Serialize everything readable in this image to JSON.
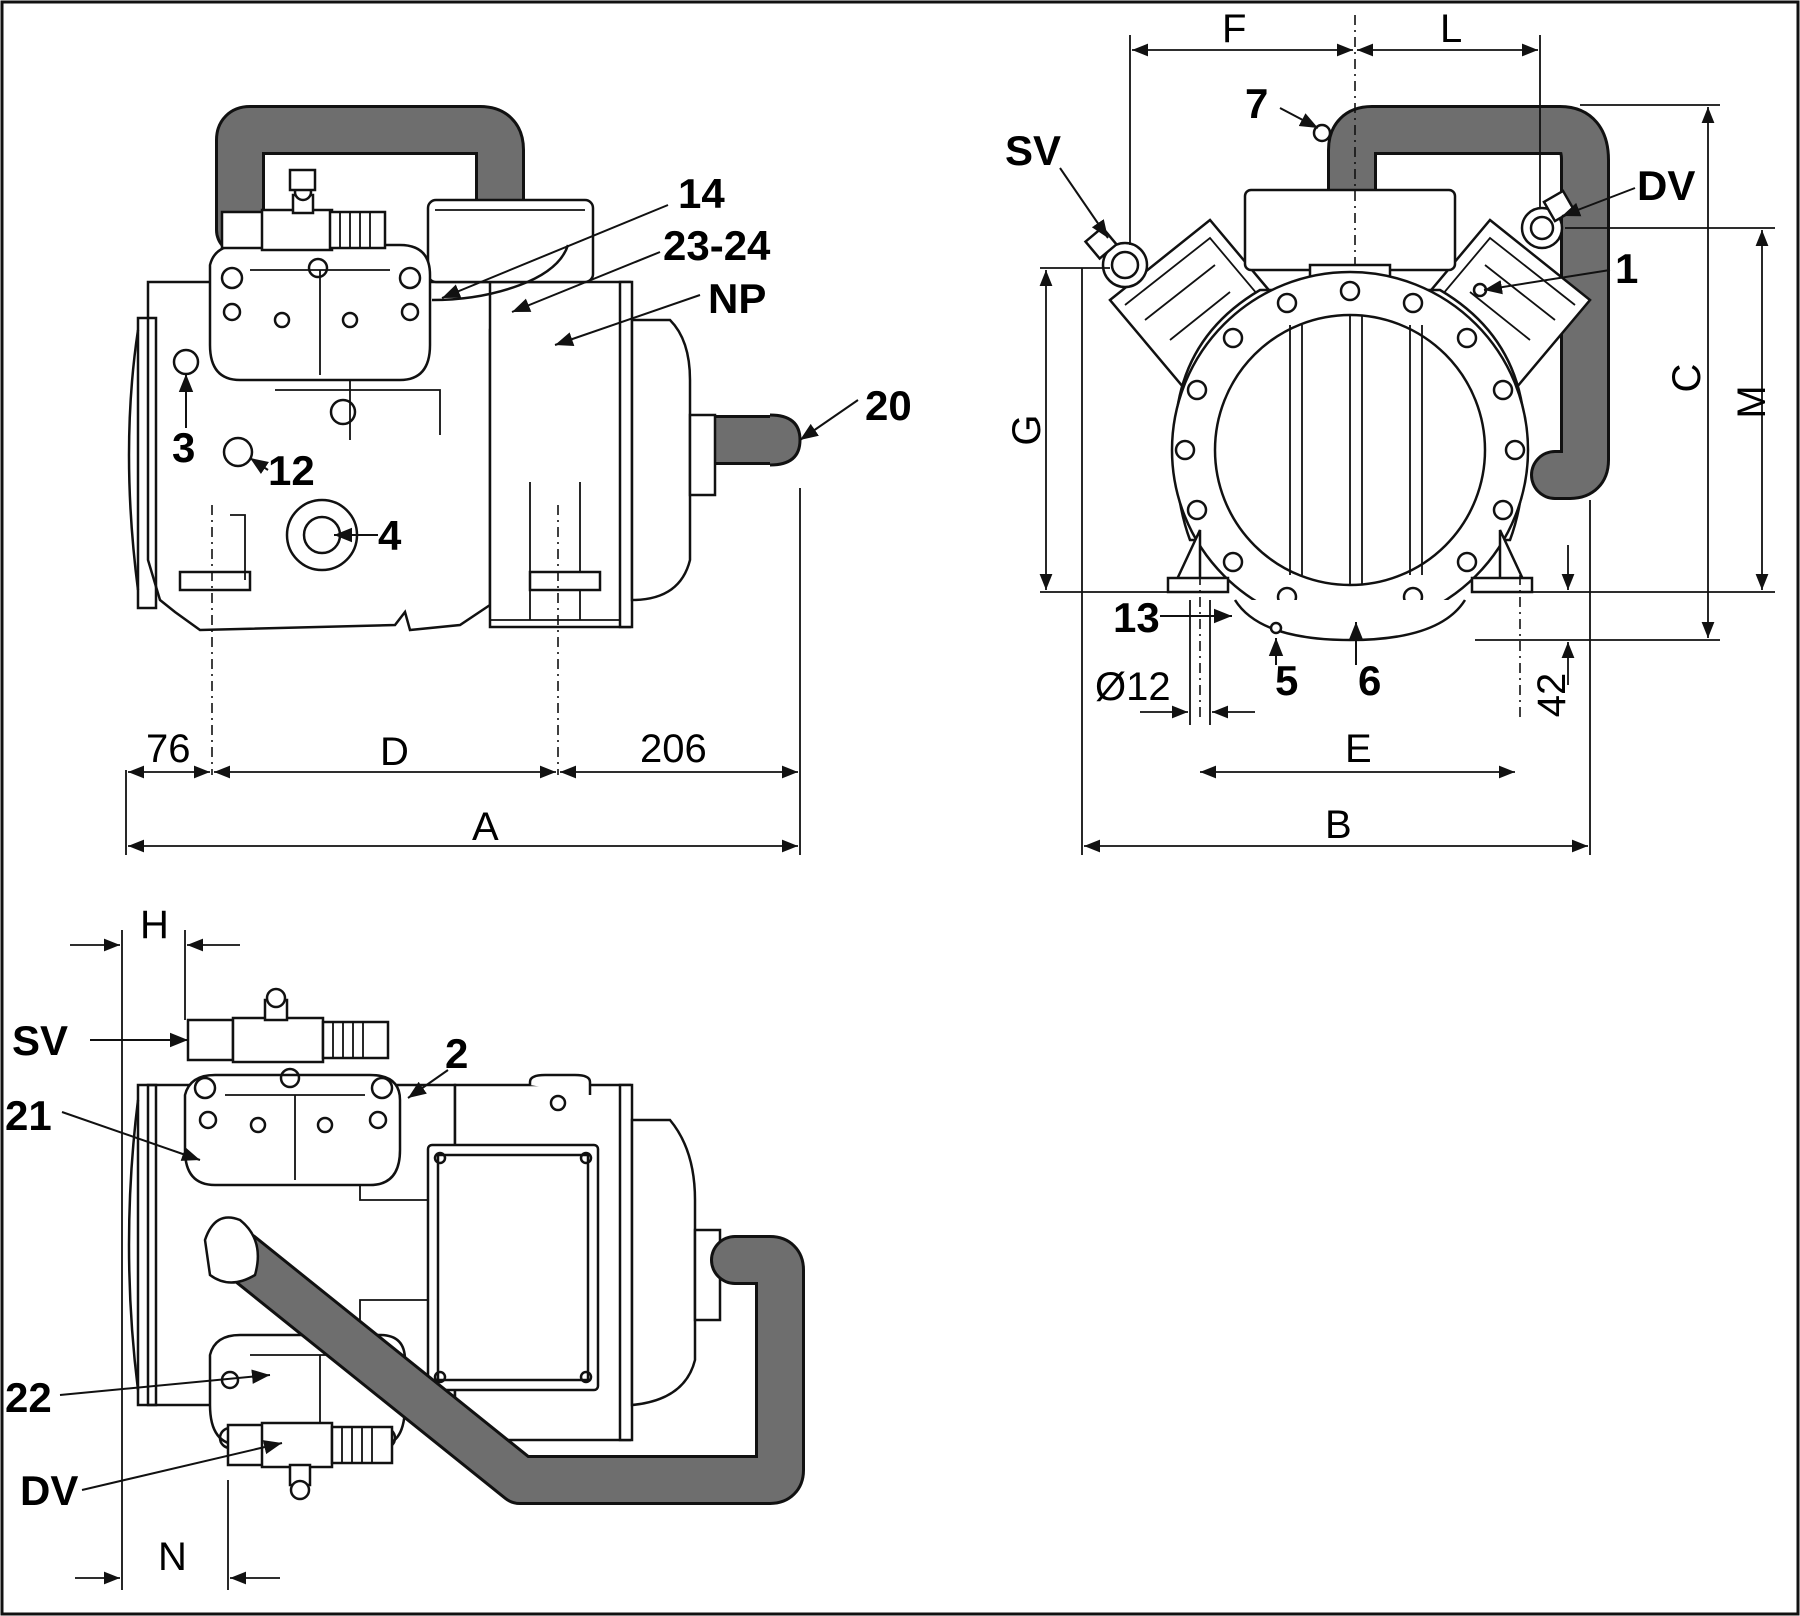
{
  "callouts": {
    "c14": "14",
    "c23_24": "23-24",
    "np": "NP",
    "c20": "20",
    "c3": "3",
    "c12": "12",
    "c4": "4",
    "c7": "7",
    "sv_top": "SV",
    "dv_top": "DV",
    "c1": "1",
    "c13": "13",
    "c5": "5",
    "c6": "6",
    "sv_bottom": "SV",
    "c2": "2",
    "c21": "21",
    "c22": "22",
    "dv_bottom": "DV"
  },
  "dimensions": {
    "d76": "76",
    "dD": "D",
    "d206": "206",
    "dA": "A",
    "dF": "F",
    "dL": "L",
    "dG": "G",
    "dC": "C",
    "dM": "M",
    "dDia12": "Ø12",
    "d42": "42",
    "dE": "E",
    "dB": "B",
    "dH": "H",
    "dN": "N"
  },
  "colors": {
    "pipe": "#6e6e6e",
    "line": "#111111",
    "background": "#ffffff"
  }
}
